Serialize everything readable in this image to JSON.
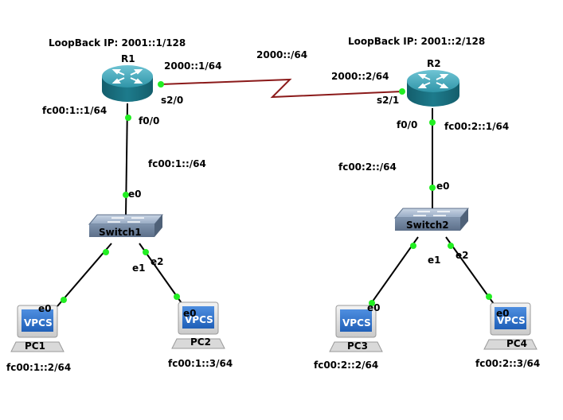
{
  "routers": {
    "r1": {
      "name": "R1",
      "loopback": "LoopBack IP: 2001::1/128"
    },
    "r2": {
      "name": "R2",
      "loopback": "LoopBack IP: 2001::2/128"
    }
  },
  "switches": {
    "sw1": {
      "name": "Switch1"
    },
    "sw2": {
      "name": "Switch2"
    }
  },
  "pcs": [
    {
      "name": "PC1",
      "badge": "VPCS",
      "ip": "fc00:1::2/64",
      "port": "e0"
    },
    {
      "name": "PC2",
      "badge": "VPCS",
      "ip": "fc00:1::3/64",
      "port": "e0"
    },
    {
      "name": "PC3",
      "badge": "VPCS",
      "ip": "fc00:2::2/64",
      "port": "e0"
    },
    {
      "name": "PC4",
      "badge": "VPCS",
      "ip": "fc00:2::3/64",
      "port": "e0"
    }
  ],
  "links": {
    "wan_network": "2000::/64",
    "r1_s2_0": {
      "port": "s2/0",
      "ip": "2000::1/64"
    },
    "r2_s2_1": {
      "port": "s2/1",
      "ip": "2000::2/64"
    },
    "r1_f0_0": {
      "port": "f0/0",
      "ip": "fc00:1::1/64"
    },
    "r2_f0_0": {
      "port": "f0/0",
      "ip": "fc00:2::1/64"
    },
    "lan1_network": "fc00:1::/64",
    "lan2_network": "fc00:2::/64",
    "sw1_ports": {
      "uplink": "e0",
      "down_left": "e1",
      "down_right": "e2"
    },
    "sw2_ports": {
      "uplink": "e0",
      "down_left": "e1",
      "down_right": "e2"
    }
  },
  "colors": {
    "router_body": "#1d7b8c",
    "switch_body": "#7f93ad",
    "serial_link": "#8b1a1a",
    "port_indicator": "#22ee22",
    "vpcs_badge": "#2a6fcf"
  }
}
